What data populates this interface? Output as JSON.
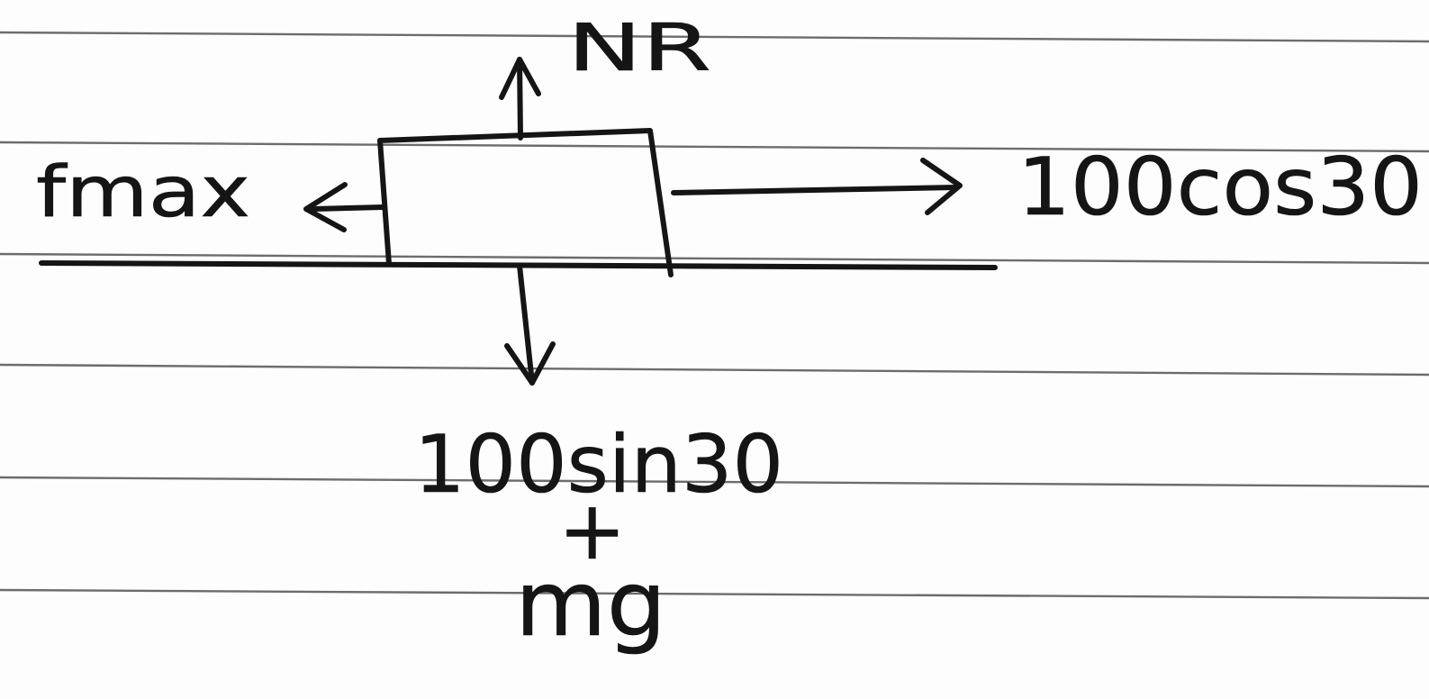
{
  "forces": {
    "normal_reaction": "NR",
    "max_friction": "fmax",
    "applied_horizontal": "100cos30",
    "applied_vertical": "100sin30",
    "plus_sign": "+",
    "weight": "mg"
  },
  "colors": {
    "ink": "#151515",
    "paper": "#fdfdfd",
    "ruled_line": "#6c6c6c"
  }
}
